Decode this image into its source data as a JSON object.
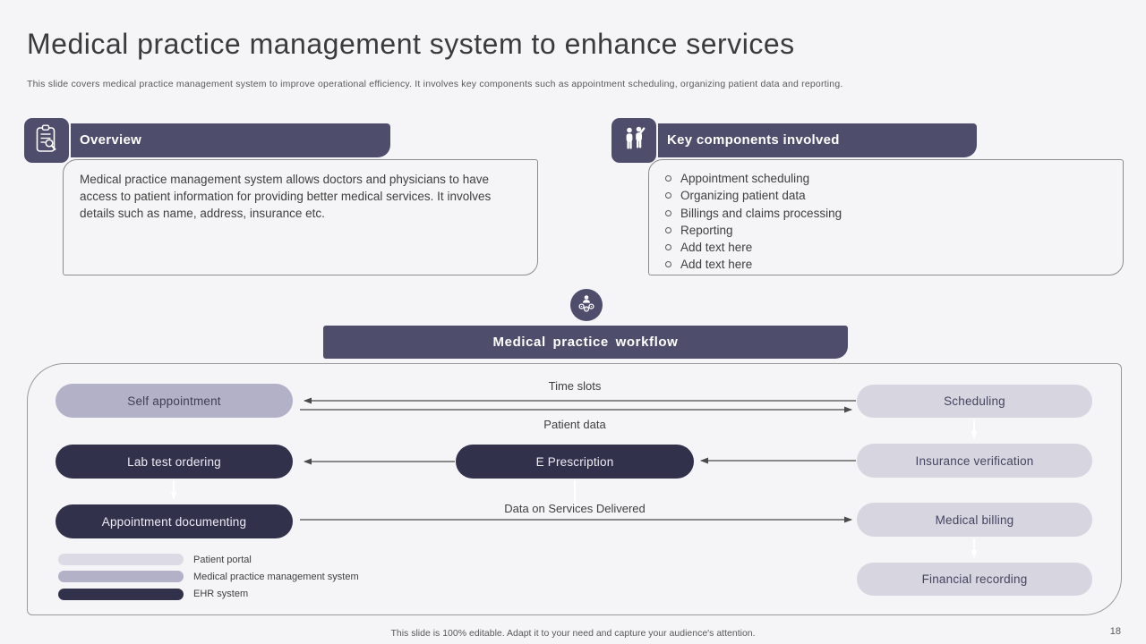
{
  "slide": {
    "title": "Medical practice management system to enhance services",
    "subtitle": "This slide covers medical practice management system to improve operational efficiency. It involves key components such as appointment scheduling, organizing patient data and reporting.",
    "footer_note": "This slide is 100% editable. Adapt it to your need and capture your audience's attention.",
    "page_number": "18"
  },
  "overview": {
    "title": "Overview",
    "icon": "clipboard-search-icon",
    "body": "Medical practice management system allows doctors and physicians to have access to patient information for providing better medical services. It involves details such as name, address, insurance etc."
  },
  "key_components": {
    "title": "Key components involved",
    "icon": "two-people-icon",
    "items": [
      "Appointment scheduling",
      "Organizing patient data",
      "Billings and claims processing",
      "Reporting",
      "Add text here",
      "Add text here"
    ]
  },
  "workflow": {
    "title": "Medical practice workflow",
    "icon": "person-process-gears-icon",
    "nodes": {
      "self_appointment": "Self appointment",
      "scheduling": "Scheduling",
      "lab_test_ordering": "Lab test ordering",
      "e_prescription": "E Prescription",
      "insurance_verification": "Insurance verification",
      "appointment_documenting": "Appointment documenting",
      "medical_billing": "Medical billing",
      "financial_recording": "Financial recording"
    },
    "edges": {
      "time_slots": "Time slots",
      "patient_data": "Patient data",
      "data_on_services": "Data on Services Delivered"
    },
    "legend": [
      {
        "label": "Patient portal",
        "color": "#dcdbe5"
      },
      {
        "label": "Medical practice management system",
        "color": "#b3b1c8"
      },
      {
        "label": "EHR system",
        "color": "#32314b"
      }
    ]
  },
  "colors": {
    "accent_dark_purple": "#4e4d6b",
    "node_dark": "#32314b",
    "node_medium": "#b3b1c8",
    "node_light": "#d7d6e0",
    "background": "#f5f4f6"
  }
}
